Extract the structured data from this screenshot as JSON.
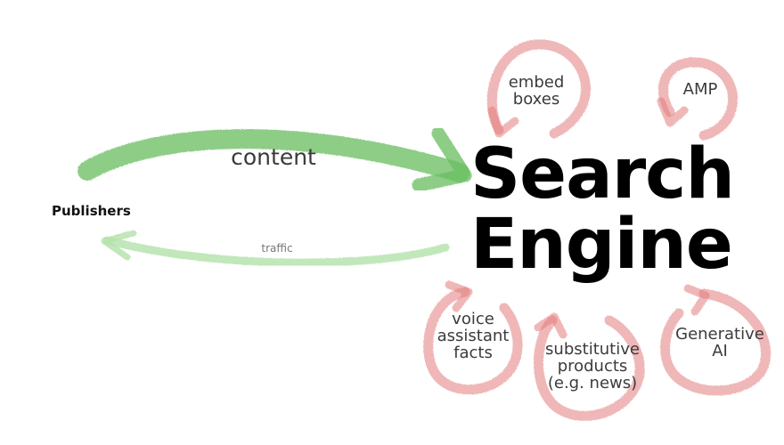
{
  "nodes": {
    "publishers": "Publishers",
    "search_engine": [
      "Search",
      "Engine"
    ]
  },
  "flows": {
    "content": "content",
    "traffic": "traffic"
  },
  "loops": [
    {
      "id": "embed",
      "lines": [
        "embed",
        "boxes"
      ]
    },
    {
      "id": "amp",
      "lines": [
        "AMP"
      ]
    },
    {
      "id": "voice",
      "lines": [
        "voice",
        "assistant",
        "facts"
      ]
    },
    {
      "id": "substitutive",
      "lines": [
        "substitutive",
        "products",
        "(e.g. news)"
      ]
    },
    {
      "id": "generative",
      "lines": [
        "Generative",
        "AI"
      ]
    }
  ],
  "colors": {
    "content_arrow": "#6dbf63",
    "traffic_arrow": "#b6e3ae",
    "loop_stroke": "#e27b7b",
    "title_text": "#000000",
    "label_text": "#333333"
  },
  "icons": {
    "content_arrow": "arrow-right-icon",
    "traffic_arrow": "arrow-left-icon",
    "loops": "circular-arrow-icon"
  }
}
